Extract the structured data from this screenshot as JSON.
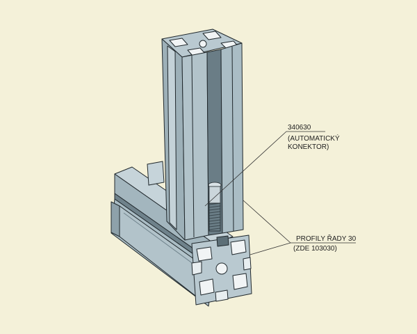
{
  "callouts": {
    "connector": {
      "part_number": "340630",
      "line1": "(AUTOMATICKÝ",
      "line2": "KONEKTOR)"
    },
    "profiles": {
      "line1": "PROFILY ŘADY 30",
      "line2": "(ZDE 103030)"
    }
  },
  "colors": {
    "background": "#f4f1d9",
    "profile_face": "#a9bcc4",
    "profile_light": "#c9d7dd",
    "profile_dark": "#7f929b",
    "outline": "#20282c",
    "leader": "#333333"
  }
}
